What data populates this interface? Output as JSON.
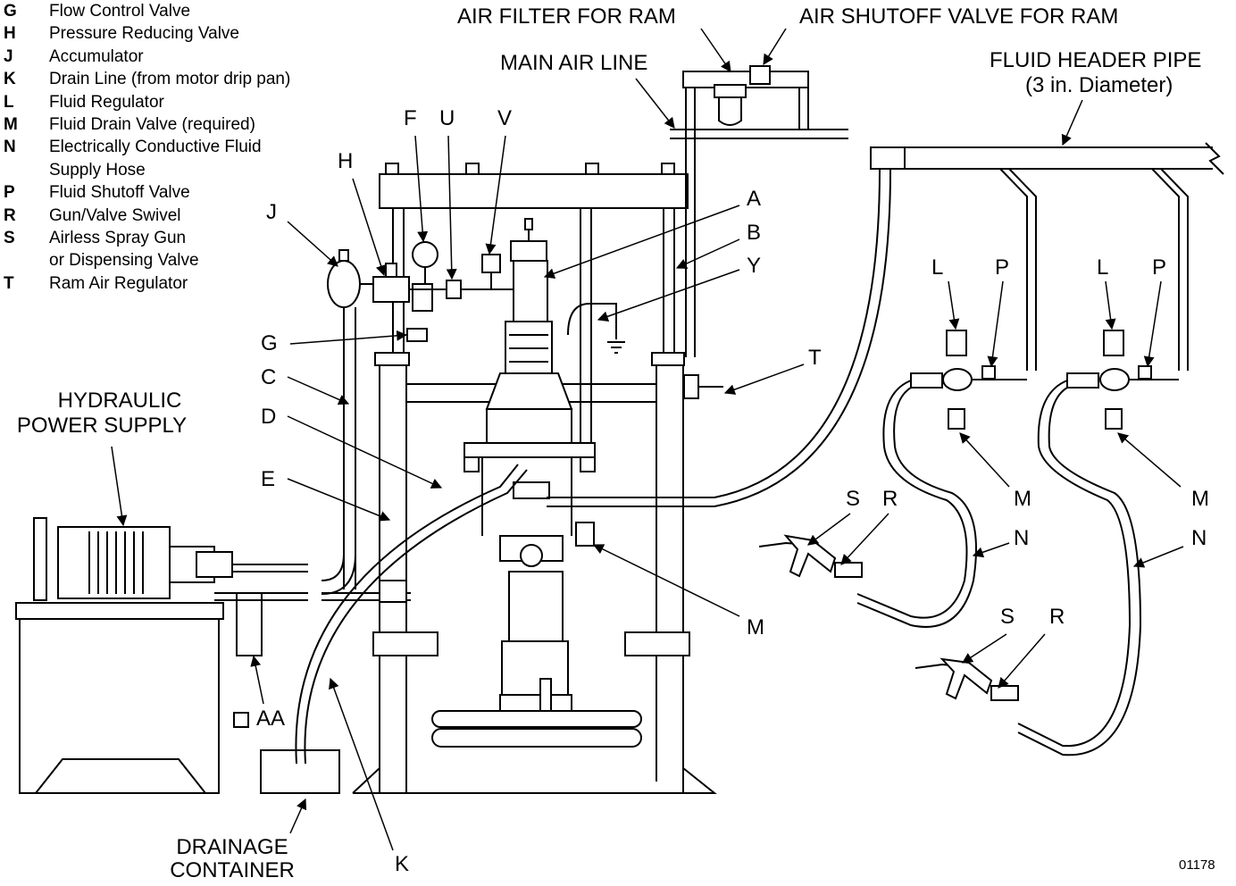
{
  "legend": [
    {
      "key": "G",
      "text": "Flow Control Valve"
    },
    {
      "key": "H",
      "text": "Pressure Reducing Valve"
    },
    {
      "key": "J",
      "text": "Accumulator"
    },
    {
      "key": "K",
      "text": "Drain Line (from motor drip pan)"
    },
    {
      "key": "L",
      "text": "Fluid Regulator"
    },
    {
      "key": "M",
      "text": "Fluid Drain Valve (required)"
    },
    {
      "key": "N",
      "text": "Electrically Conductive Fluid"
    },
    {
      "key": "",
      "text": "Supply Hose"
    },
    {
      "key": "P",
      "text": "Fluid Shutoff Valve"
    },
    {
      "key": "R",
      "text": "Gun/Valve Swivel"
    },
    {
      "key": "S",
      "text": "Airless Spray Gun"
    },
    {
      "key": "",
      "text": "or Dispensing Valve"
    },
    {
      "key": "T",
      "text": "Ram Air Regulator"
    }
  ],
  "labels": {
    "air_filter": "AIR FILTER FOR RAM",
    "air_shutoff": "AIR SHUTOFF VALVE FOR RAM",
    "main_air_line": "MAIN AIR LINE",
    "fluid_header_1": "FLUID HEADER PIPE",
    "fluid_header_2": "(3 in. Diameter)",
    "hydraulic_1": "HYDRAULIC",
    "hydraulic_2": "POWER SUPPLY",
    "drainage_1": "DRAINAGE",
    "drainage_2": "CONTAINER",
    "A": "A",
    "B": "B",
    "Y": "Y",
    "T": "T",
    "F": "F",
    "U": "U",
    "V": "V",
    "H": "H",
    "J": "J",
    "G": "G",
    "C": "C",
    "D": "D",
    "E": "E",
    "M_center": "M",
    "K": "K",
    "AA": "AA",
    "L1": "L",
    "P1": "P",
    "L2": "L",
    "P2": "P",
    "M1": "M",
    "M2": "M",
    "S1": "S",
    "R1": "R",
    "N1": "N",
    "S2": "S",
    "R2": "R",
    "N2": "N"
  },
  "figure_number": "01178"
}
